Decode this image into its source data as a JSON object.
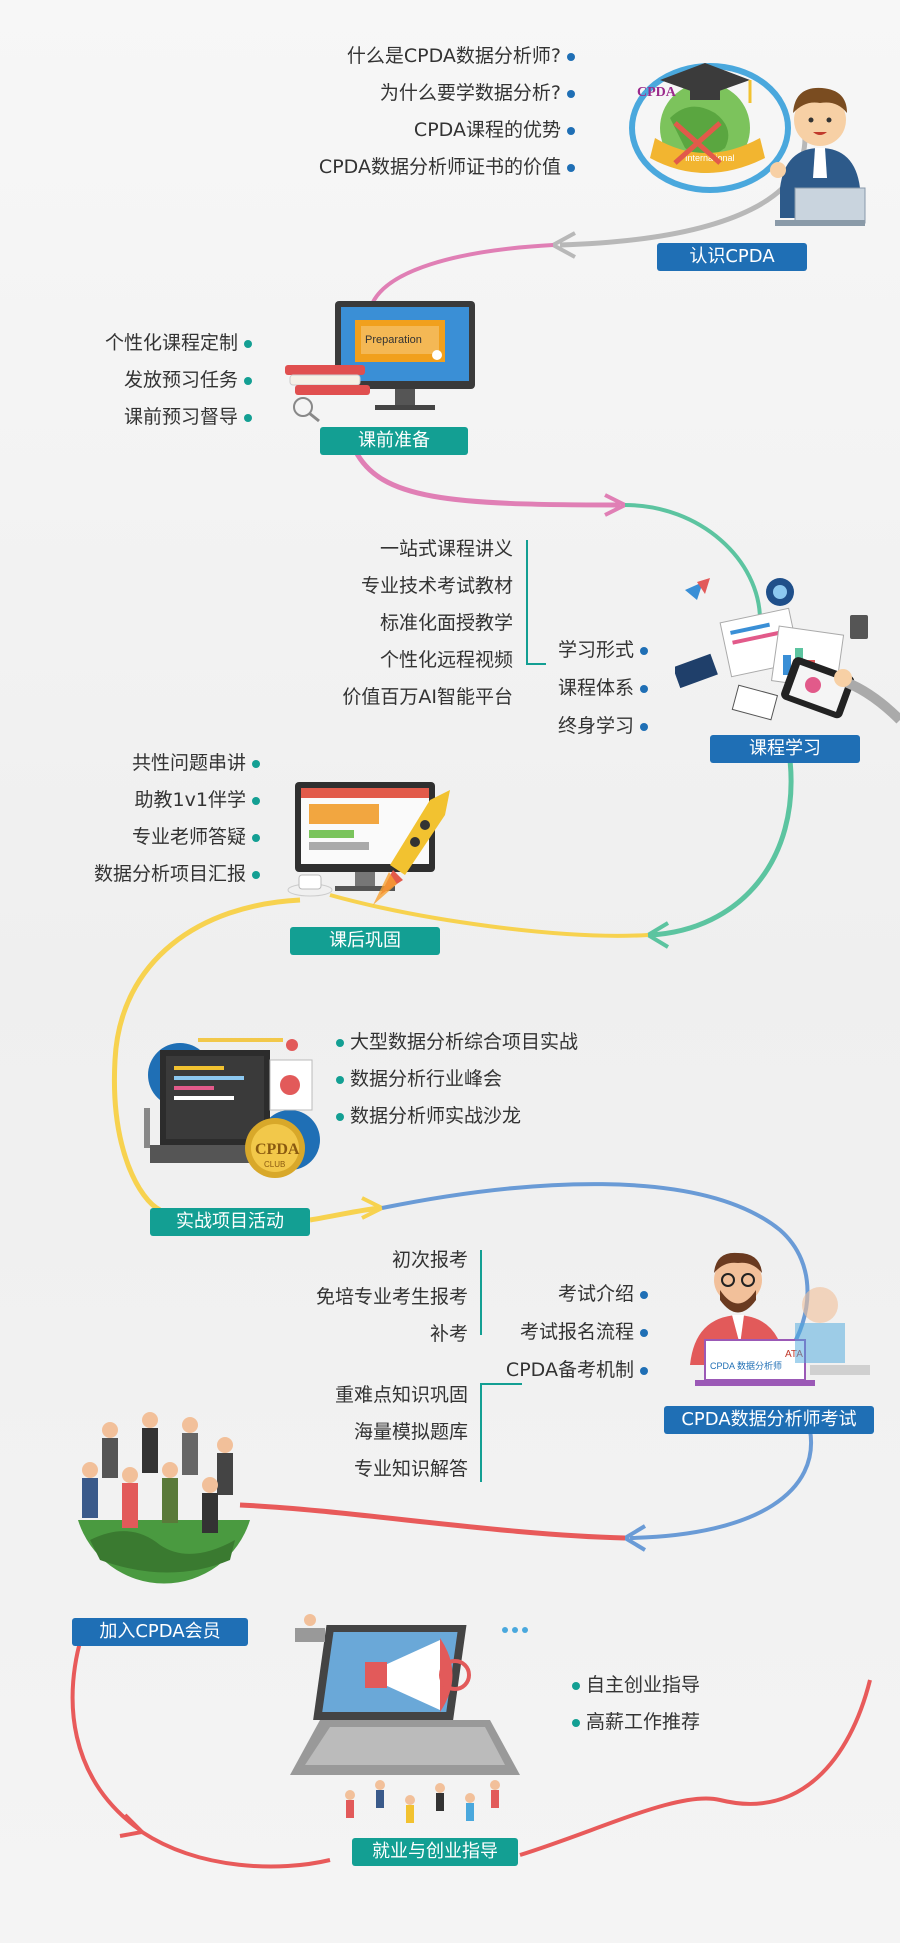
{
  "stages": {
    "s1": {
      "label": "认识CPDA",
      "items": [
        "什么是CPDA数据分析师?",
        "为什么要学数据分析?",
        "CPDA课程的优势",
        "CPDA数据分析师证书的价值"
      ],
      "logo": "CPDA",
      "ribbon": "International"
    },
    "s2": {
      "label": "课前准备",
      "items": [
        "个性化课程定制",
        "发放预习任务",
        "课前预习督导"
      ],
      "screen_word": "Preparation"
    },
    "s3": {
      "label": "课程学习",
      "left_items": [
        "一站式课程讲义",
        "专业技术考试教材",
        "标准化面授教学",
        "个性化远程视频",
        "价值百万AI智能平台"
      ],
      "items": [
        "学习形式",
        "课程体系",
        "终身学习"
      ]
    },
    "s4": {
      "label": "课后巩固",
      "items": [
        "共性问题串讲",
        "助教1v1伴学",
        "专业老师答疑",
        "数据分析项目汇报"
      ]
    },
    "s5": {
      "label": "实战项目活动",
      "items": [
        "大型数据分析综合项目实战",
        "数据分析行业峰会",
        "数据分析师实战沙龙"
      ],
      "badge": "CPDA",
      "badge_sub": "CLUB"
    },
    "s6": {
      "label": "CPDA数据分析师考试",
      "group1": [
        "初次报考",
        "免培专业考生报考",
        "补考"
      ],
      "group2": [
        "重难点知识巩固",
        "海量模拟题库",
        "专业知识解答"
      ],
      "items": [
        "考试介绍",
        "考试报名流程",
        "CPDA备考机制"
      ],
      "sign": "ATA",
      "sign_sub": "CPDA 数据分析师"
    },
    "s7": {
      "label": "加入CPDA会员"
    },
    "s8": {
      "label": "就业与创业指导",
      "items": [
        "自主创业指导",
        "高薪工作推荐"
      ]
    }
  },
  "colors": {
    "blue": "#1f6fb5",
    "teal": "#139f93",
    "pink": "#e07fb5",
    "green": "#5cc4a0",
    "yellow": "#f7d24f",
    "sky": "#6a9bd6",
    "red": "#e85a5a",
    "gray": "#b5b5b5"
  }
}
